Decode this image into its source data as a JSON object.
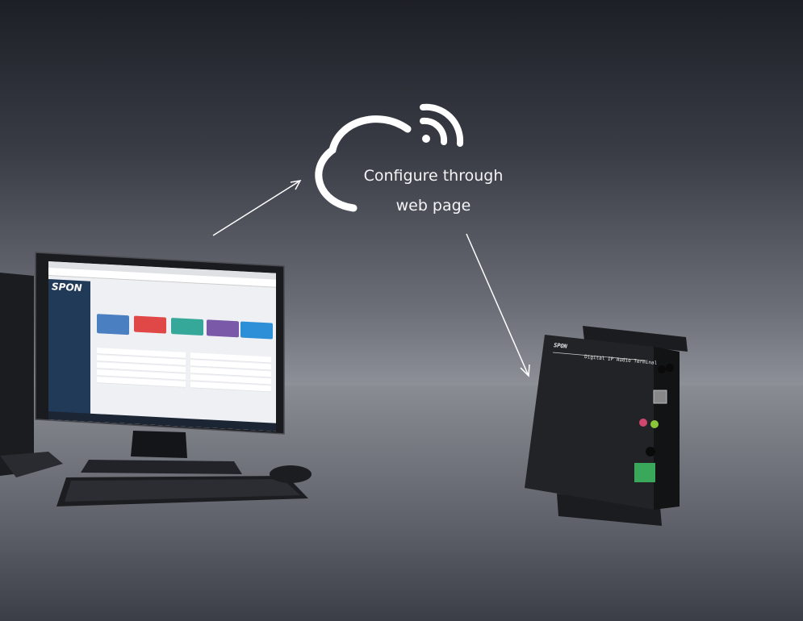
{
  "caption": {
    "line1": "Configure through",
    "line2": "web page"
  },
  "icons": [
    "cloud-icon",
    "wifi-icon",
    "arrow-icon"
  ],
  "monitor": {
    "logo": "SPON"
  },
  "device": {
    "brand": "SPON",
    "model": "Digital IP Audio Terminal"
  },
  "colors": {
    "card_blue": "#4a7fc1",
    "card_red": "#e04848",
    "card_teal": "#35a89a",
    "card_purple": "#7a5aa8",
    "card_sky": "#2d8fd8",
    "sidebar": "#213a58"
  }
}
